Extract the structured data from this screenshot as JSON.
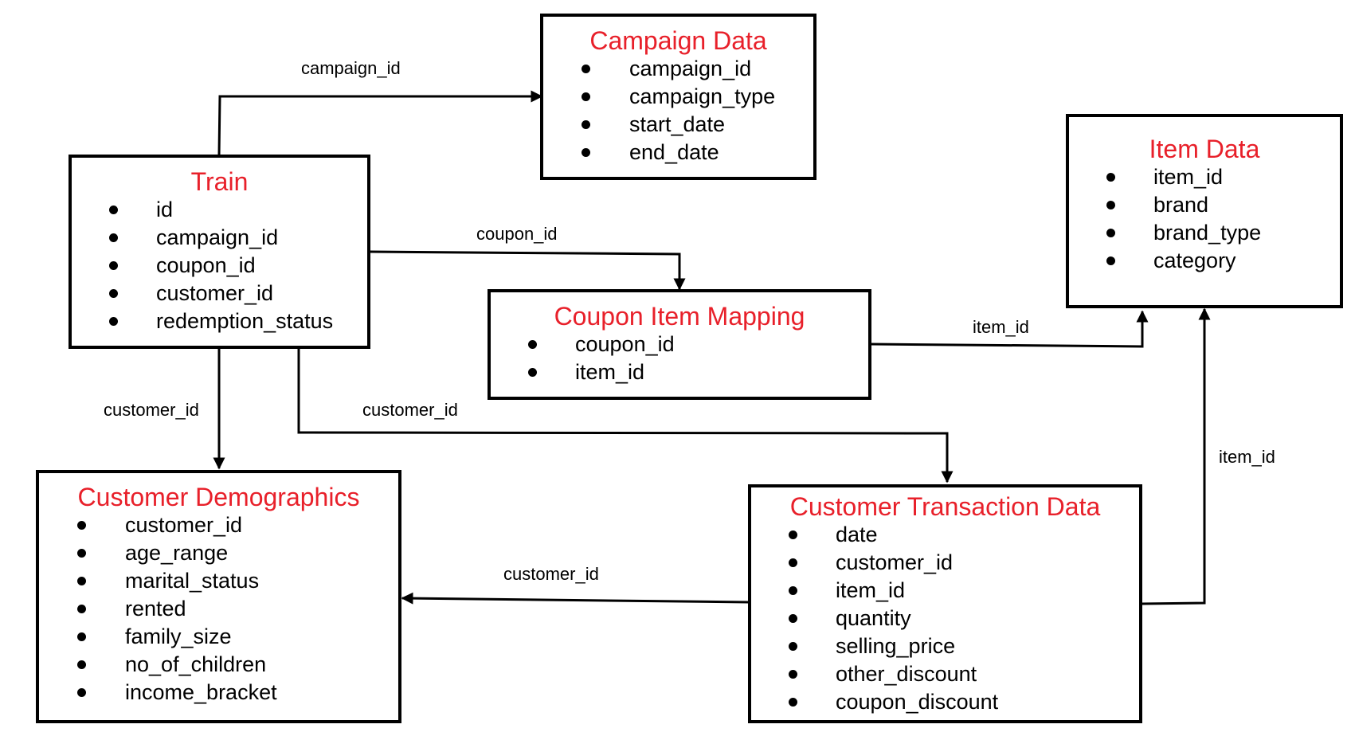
{
  "colors": {
    "title": "#e8202a",
    "line": "#000000"
  },
  "entities": {
    "campaign": {
      "title": "Campaign Data",
      "fields": [
        "campaign_id",
        "campaign_type",
        "start_date",
        "end_date"
      ]
    },
    "item": {
      "title": "Item Data",
      "fields": [
        "item_id",
        "brand",
        "brand_type",
        "category"
      ]
    },
    "train": {
      "title": "Train",
      "fields": [
        "id",
        "campaign_id",
        "coupon_id",
        "customer_id",
        "redemption_status"
      ]
    },
    "coupon": {
      "title": "Coupon Item Mapping",
      "fields": [
        "coupon_id",
        "item_id"
      ]
    },
    "demo": {
      "title": "Customer Demographics",
      "fields": [
        "customer_id",
        "age_range",
        "marital_status",
        "rented",
        "family_size",
        "no_of_children",
        "income_bracket"
      ]
    },
    "trans": {
      "title": "Customer Transaction Data",
      "fields": [
        "date",
        "customer_id",
        "item_id",
        "quantity",
        "selling_price",
        "other_discount",
        "coupon_discount"
      ]
    }
  },
  "relations": [
    {
      "id": "train-campaign",
      "label": "campaign_id"
    },
    {
      "id": "train-coupon",
      "label": "coupon_id"
    },
    {
      "id": "coupon-item",
      "label": "item_id"
    },
    {
      "id": "train-demo",
      "label": "customer_id"
    },
    {
      "id": "train-trans",
      "label": "customer_id"
    },
    {
      "id": "trans-item",
      "label": "item_id"
    },
    {
      "id": "trans-demo",
      "label": "customer_id"
    }
  ]
}
